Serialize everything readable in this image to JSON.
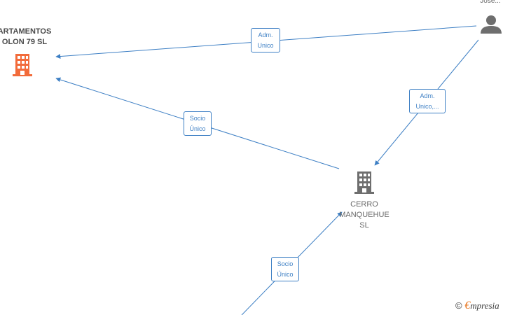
{
  "nodes": {
    "apartamentos": {
      "line1": "ARTAMENTOS",
      "line2": "OLON 79  SL",
      "color": "#f26b3a"
    },
    "cerro": {
      "line1": "CERRO",
      "line2": "MANQUEHUE",
      "line3": "SL",
      "color": "#6e6e6e"
    },
    "jose": {
      "label": "Jose...",
      "color": "#6e6e6e"
    }
  },
  "edges": [
    {
      "from": "jose",
      "to": "apartamentos",
      "line1": "Adm.",
      "line2": "Unico"
    },
    {
      "from": "jose",
      "to": "cerro",
      "line1": "Adm.",
      "line2": "Unico,..."
    },
    {
      "from": "cerro",
      "to": "apartamentos",
      "line1": "Socio",
      "line2": "Único"
    },
    {
      "from": "offscreen",
      "to": "cerro",
      "line1": "Socio",
      "line2": "Único"
    }
  ],
  "edge_color": "#3d7fc4",
  "brand": {
    "copyright": "©",
    "e": "€",
    "rest": "mpresia"
  }
}
